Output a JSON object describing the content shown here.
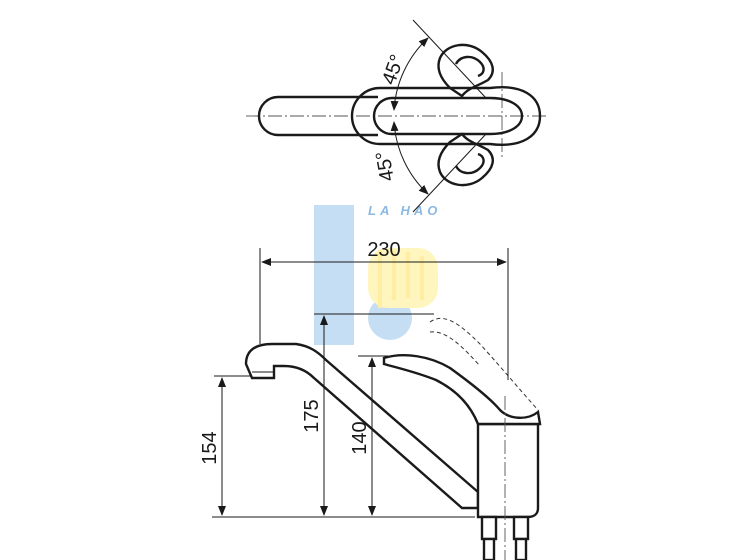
{
  "watermark": {
    "text": "LA HAO",
    "blue": "#6fa8dc",
    "yellow": "#ffe98a"
  },
  "dimensions": {
    "width_overall": "230",
    "height_spout": "154",
    "height_total": "175",
    "height_body": "140"
  },
  "angles": {
    "upper": "45°",
    "lower": "45°"
  }
}
